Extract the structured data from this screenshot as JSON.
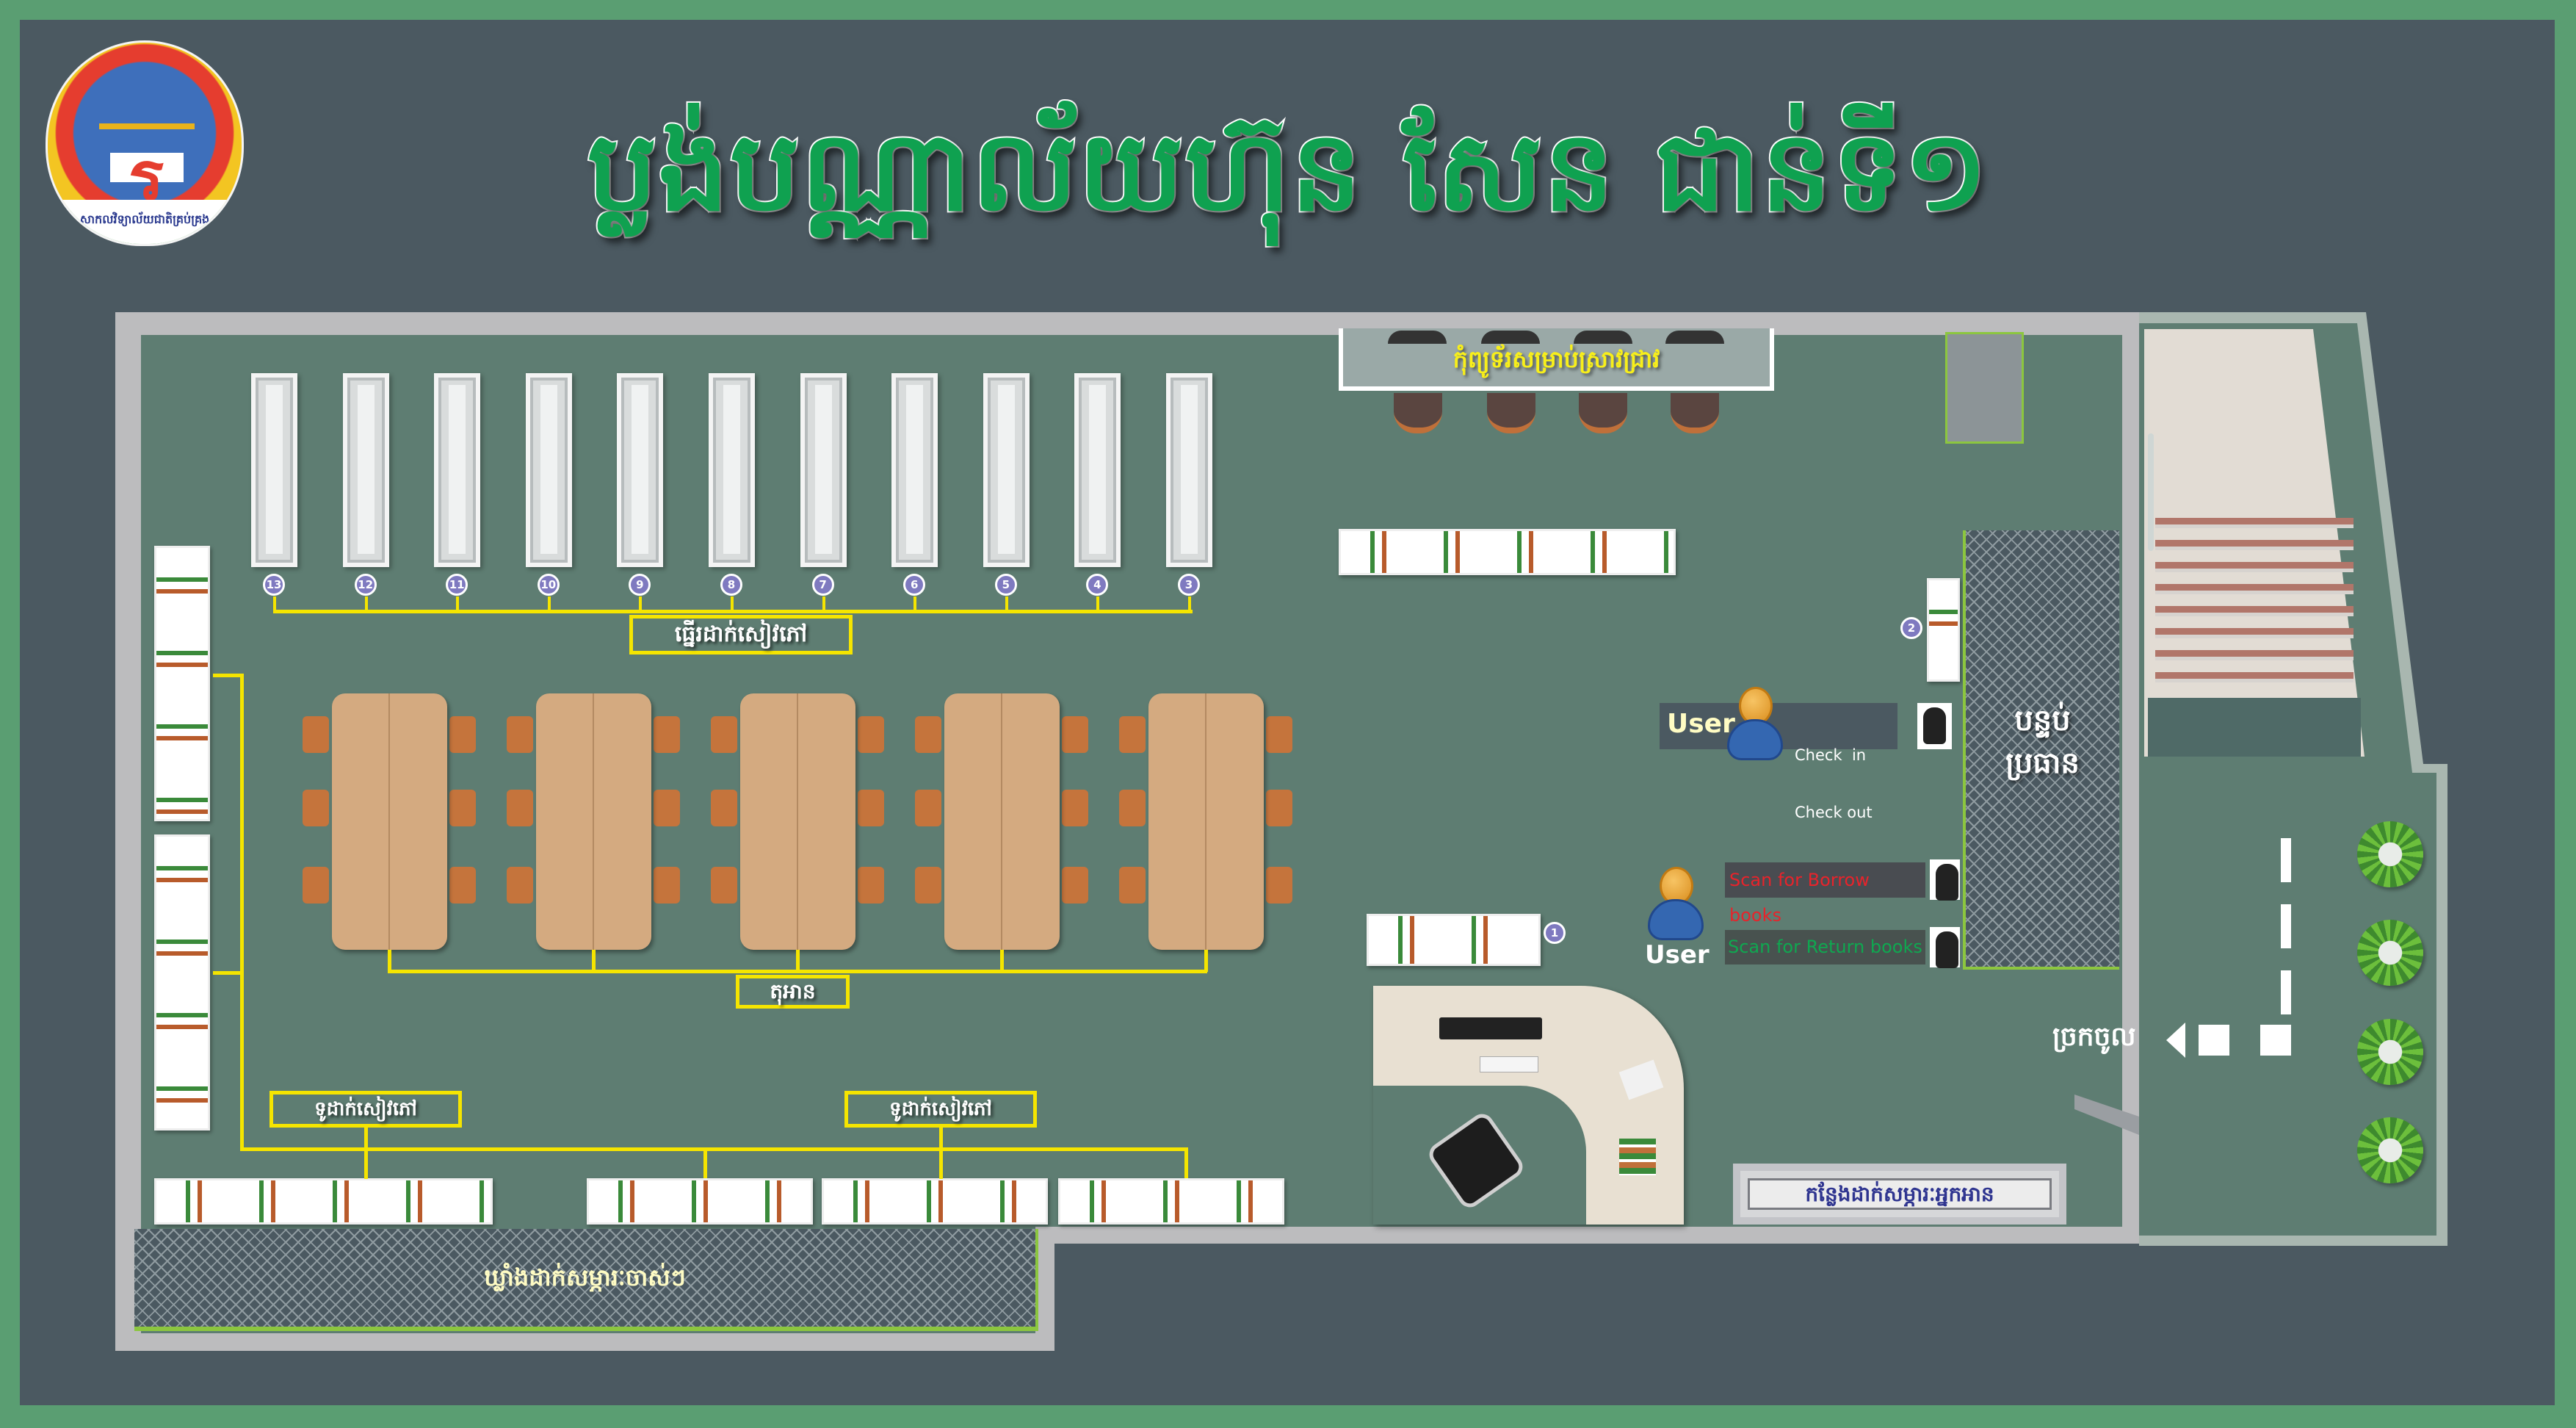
{
  "title": "ប្លង់បណ្ណាល័យហ៊ុន សែន ជាន់ទី១",
  "logo": {
    "text": "សាកលវិទ្យាល័យជាតិគ្រប់គ្រង"
  },
  "shelves": {
    "label": "ធ្នើរដាក់សៀវភៅ",
    "numbers": [
      "13",
      "12",
      "11",
      "10",
      "9",
      "8",
      "7",
      "6",
      "5",
      "4",
      "3"
    ]
  },
  "reading_tables": {
    "label": "តុអាន",
    "count": 5
  },
  "cabinets": {
    "label_left": "ទូដាក់សៀវភៅ",
    "label_right": "ទូដាក់សៀវភៅ"
  },
  "storage": {
    "label": "ឃ្លាំងដាក់សម្ភារៈចាស់ៗ"
  },
  "research_computers": {
    "label": "កុំព្យូទ័រសម្រាប់ស្រាវជ្រាវ"
  },
  "director_room": {
    "line1": "បន្ទប់",
    "line2": "ប្រធាន"
  },
  "checkin": {
    "user": "User",
    "line1": "Check  in",
    "line2": "Check out"
  },
  "scan": {
    "user": "User",
    "borrow": "Scan for Borrow books",
    "return": "Scan for Return books",
    "borrow_color": "#e8232b",
    "return_color": "#0fa850"
  },
  "small_bookcase_badges": {
    "a": "1",
    "b": "2"
  },
  "reader_storage": {
    "label": "កន្លែងដាក់សម្ភារៈអ្នកអាន"
  },
  "entrance": {
    "label": "ច្រកចូល"
  },
  "colors": {
    "frame": "#5a9e72",
    "background": "#4b5961",
    "floor": "#5e7d72",
    "title": "#0fa150",
    "accent_line": "#f5e500"
  }
}
